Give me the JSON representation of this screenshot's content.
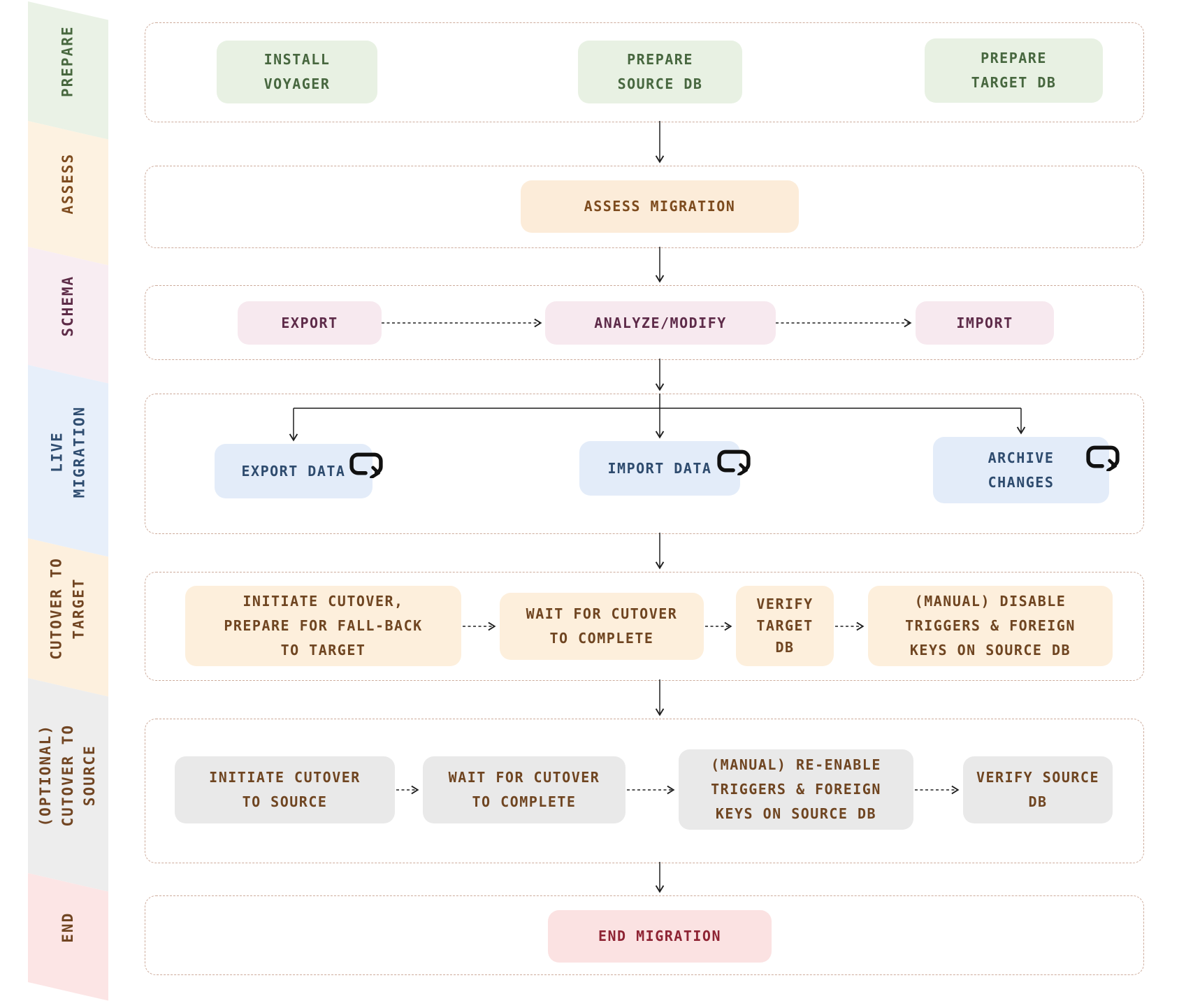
{
  "sidebar": {
    "stages": [
      {
        "label": "PREPARE",
        "band_color": "#eaf2e6",
        "text_color": "#48683f"
      },
      {
        "label": "ASSESS",
        "band_color": "#fdf2e1",
        "text_color": "#7d4b1e"
      },
      {
        "label": "SCHEMA",
        "band_color": "#f8edf2",
        "text_color": "#5d2b47"
      },
      {
        "label": "LIVE\nMIGRATION",
        "band_color": "#e7effa",
        "text_color": "#2f4d70"
      },
      {
        "label": "CUTOVER TO\nTARGET",
        "band_color": "#fdf0de",
        "text_color": "#714522"
      },
      {
        "label": "(OPTIONAL)\nCUTOVER TO\nSOURCE",
        "band_color": "#ededed",
        "text_color": "#714522"
      },
      {
        "label": "END",
        "band_color": "#fce5e5",
        "text_color": "#714522"
      }
    ]
  },
  "lanes": {
    "prepare": {
      "stage": "PREPARE",
      "node_bg": "#e8f1e3",
      "node_text": "#47673f",
      "boxes": [
        {
          "label": "INSTALL\nVOYAGER"
        },
        {
          "label": "PREPARE\nSOURCE DB"
        },
        {
          "label": "PREPARE\nTARGET DB"
        }
      ]
    },
    "assess": {
      "stage": "ASSESS",
      "node_bg": "#fcecd9",
      "node_text": "#7d4b1e",
      "boxes": [
        {
          "label": "ASSESS MIGRATION"
        }
      ]
    },
    "schema": {
      "stage": "SCHEMA",
      "node_bg": "#f7e9ef",
      "node_text": "#5e2b49",
      "boxes": [
        {
          "label": "EXPORT"
        },
        {
          "label": "ANALYZE/MODIFY"
        },
        {
          "label": "IMPORT"
        }
      ]
    },
    "live_migration": {
      "stage": "LIVE MIGRATION",
      "node_bg": "#e3ecf9",
      "node_text": "#2e4b6e",
      "boxes": [
        {
          "label": "EXPORT DATA",
          "icon": "loop-icon"
        },
        {
          "label": "IMPORT DATA",
          "icon": "loop-icon"
        },
        {
          "label": "ARCHIVE\nCHANGES",
          "icon": "loop-icon"
        }
      ]
    },
    "cutover_target": {
      "stage": "CUTOVER TO TARGET",
      "node_bg": "#fdefdc",
      "node_text": "#6f4521",
      "boxes": [
        {
          "label": "INITIATE CUTOVER,\nPREPARE FOR FALL-BACK\nTO TARGET"
        },
        {
          "label": "WAIT FOR CUTOVER\nTO COMPLETE"
        },
        {
          "label": "VERIFY\nTARGET\nDB"
        },
        {
          "label": "(MANUAL) DISABLE\nTRIGGERS & FOREIGN\nKEYS ON SOURCE DB"
        }
      ]
    },
    "cutover_source": {
      "stage": "(OPTIONAL) CUTOVER TO SOURCE",
      "node_bg": "#e9e9e9",
      "node_text": "#6f4521",
      "boxes": [
        {
          "label": "INITIATE CUTOVER\nTO SOURCE"
        },
        {
          "label": "WAIT FOR CUTOVER\nTO COMPLETE"
        },
        {
          "label": "(MANUAL) RE-ENABLE\nTRIGGERS & FOREIGN\nKEYS ON SOURCE DB"
        },
        {
          "label": "VERIFY SOURCE\nDB"
        }
      ]
    },
    "end": {
      "stage": "END",
      "node_bg": "#fbe2e2",
      "node_text": "#8e2434",
      "boxes": [
        {
          "label": "END MIGRATION"
        }
      ]
    }
  },
  "colors": {
    "lane_border": "#cdab9b",
    "arrow": "#1f1f1f",
    "loop_icon": "#111111",
    "background": "#ffffff"
  }
}
